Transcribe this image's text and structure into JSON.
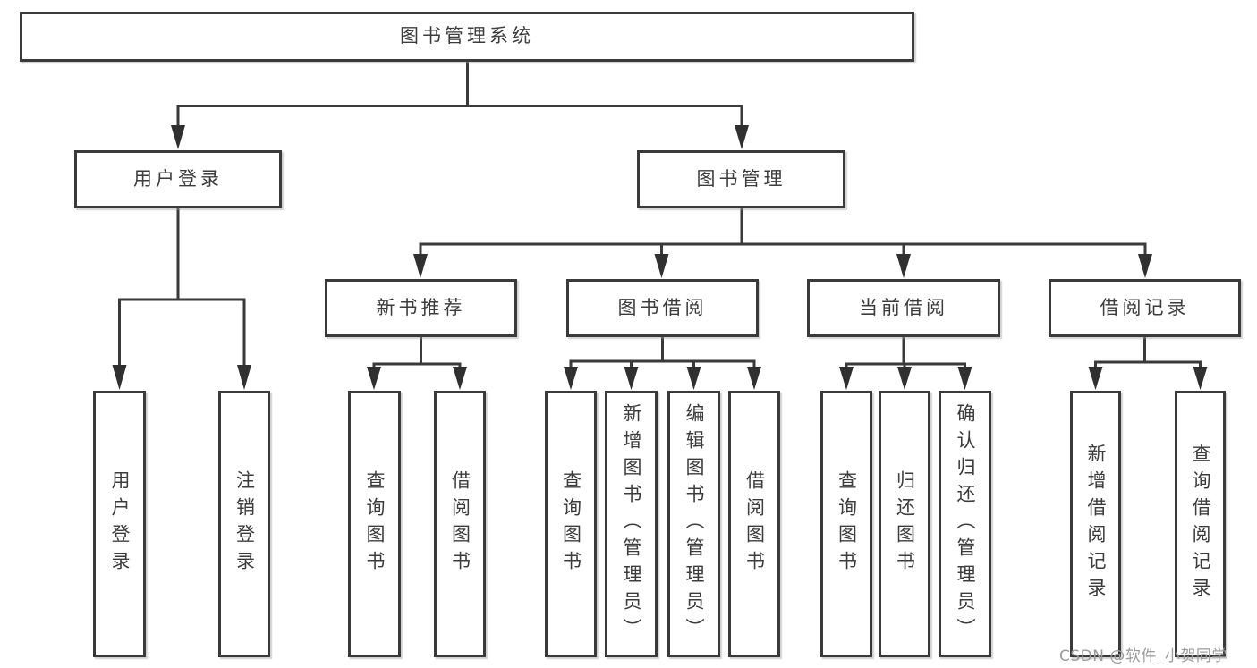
{
  "diagram": {
    "root": {
      "label": "图书管理系统"
    },
    "branches": [
      {
        "label": "用户登录",
        "children": [
          {
            "label": "用户登录"
          },
          {
            "label": "注销登录"
          }
        ]
      },
      {
        "label": "图书管理",
        "children": [
          {
            "label": "新书推荐",
            "children": [
              {
                "label": "查询图书"
              },
              {
                "label": "借阅图书"
              }
            ]
          },
          {
            "label": "图书借阅",
            "children": [
              {
                "label": "查询图书"
              },
              {
                "label": "新增图书（管理员）"
              },
              {
                "label": "编辑图书（管理员）"
              },
              {
                "label": "借阅图书"
              }
            ]
          },
          {
            "label": "当前借阅",
            "children": [
              {
                "label": "查询图书"
              },
              {
                "label": "归还图书"
              },
              {
                "label": "确认归还（管理员）"
              }
            ]
          },
          {
            "label": "借阅记录",
            "children": [
              {
                "label": "新增借阅记录"
              },
              {
                "label": "查询借阅记录"
              }
            ]
          }
        ]
      }
    ]
  },
  "watermark": "CSDN @软件_小贺同学",
  "colors": {
    "line": "#3a3a3a",
    "arrow": "#303030",
    "box_border": "#3a3a3a",
    "text": "#3c3c3c",
    "watermark": "#9b9b9b",
    "background": "#ffffff"
  }
}
